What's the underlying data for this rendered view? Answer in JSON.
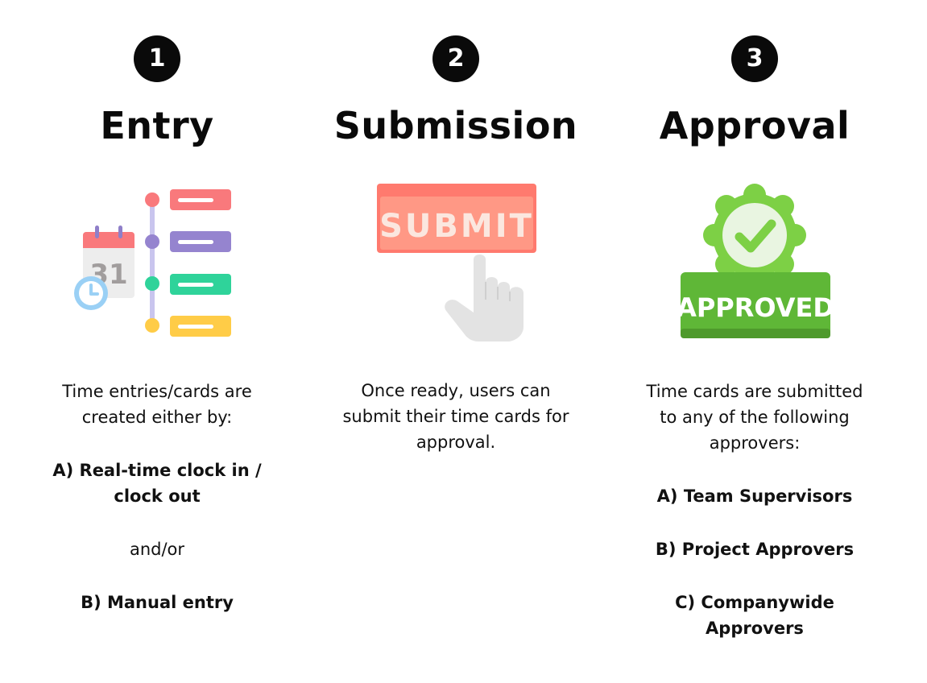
{
  "steps": [
    {
      "number": "1",
      "title": "Entry",
      "icon": "calendar-timeline-icon",
      "calendar_day": "31",
      "intro": [
        "Time entries/cards are",
        "created either by:"
      ],
      "option_a": [
        "A) Real-time clock in /",
        "clock out"
      ],
      "connector": "and/or",
      "option_b": [
        "B) Manual entry"
      ]
    },
    {
      "number": "2",
      "title": "Submission",
      "icon": "submit-button-hand-icon",
      "button_text": "SUBMIT",
      "intro": [
        "Once ready, users can",
        "submit their time cards for",
        "approval."
      ]
    },
    {
      "number": "3",
      "title": "Approval",
      "icon": "approved-badge-icon",
      "badge_text": "APPROVED",
      "intro": [
        "Time cards are submitted",
        "to any of the following",
        "approvers:"
      ],
      "approvers": [
        [
          "A) Team Supervisors"
        ],
        [
          "B) Project Approvers"
        ],
        [
          "C) Companywide",
          "Approvers"
        ]
      ]
    }
  ],
  "colors": {
    "badge": "#0a0a0a",
    "red": "#f9797c",
    "purple": "#9584cf",
    "green": "#2fd39a",
    "yellow": "#ffcc47",
    "submit": "#ff8b77",
    "approved_green": "#5fb737",
    "check_green": "#7dd045"
  }
}
